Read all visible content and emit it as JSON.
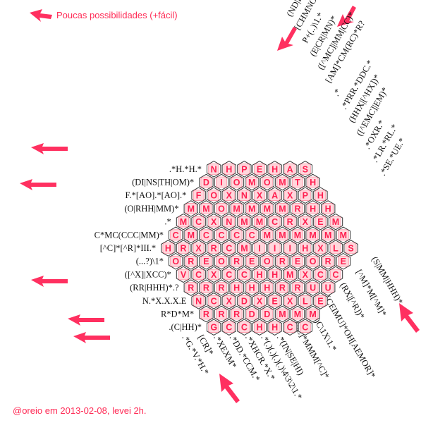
{
  "hint_text": "Poucas possibilidades (+fácil)",
  "credit_text": "@oreio em 2013-02-08, levei 2h.",
  "colors": {
    "accent": "#ff2a55",
    "tile": "#ffd6dc",
    "grid": "#333333"
  },
  "left_clues": [
    ".*H.*H.*",
    "(DI|NS|TH|OM)*",
    "F.*[AO].*[AO].*",
    "(O|RHH|MM)*",
    ".*",
    "C*MC(CCC|MM)*",
    "[^C]*[^R]*III.*",
    "(...?)\\1*",
    "([^X]|XCC)*",
    "(RR|HHH)*.?",
    "N.*X.X.X.E",
    "R*D*M*",
    ".(C|HH)*"
  ],
  "top_clues": [
    ".*G.*V.*H.*",
    "[CR]*",
    ".*XEXM*",
    ".*DD.*CCM.*",
    ".*XHCR.*X.*",
    ".*(.)(.)(.)(.)\\4\\3\\2\\1.*",
    ".*(IN|SE|HI)",
    "[^C]*MMM[^C]*",
    ".*(.)C\\1X\\1.*",
    "[CEIMU]*OH[AEMOR]*",
    "(RX|[^R])*",
    "[^M]*M[^M]*",
    "(S|MM|HHH)*"
  ],
  "right_clues": [
    ".*SE.*UE.*",
    ".*LR.*RL.*",
    ".*OXR.*",
    "([^EMC]|EM)*",
    "(HHX|[^HX])*",
    ".*PRR.*DDC.*",
    ".*",
    "[AM]*CM(RC)*R?",
    "([^MC]|MM|CC)*",
    "(E|CR|MN)*",
    "P+(..)\\1.*",
    "[CHMNOR]*I[CHMNOR]*",
    "(ND|ET|IN)[^X]*"
  ],
  "grid_rows": [
    [
      "N",
      "H",
      "P",
      "E",
      "H",
      "A",
      "S"
    ],
    [
      "D",
      "I",
      "O",
      "M",
      "O",
      "M",
      "T",
      "H"
    ],
    [
      "F",
      "O",
      "X",
      "N",
      "X",
      "A",
      "X",
      "P",
      "H"
    ],
    [
      "M",
      "M",
      "O",
      "M",
      "M",
      "M",
      "M",
      "R",
      "H",
      "H"
    ],
    [
      "M",
      "C",
      "X",
      "N",
      "M",
      "M",
      "C",
      "R",
      "X",
      "E",
      "M"
    ],
    [
      "C",
      "M",
      "C",
      "C",
      "C",
      "C",
      "M",
      "M",
      "M",
      "M",
      "M",
      "M"
    ],
    [
      "H",
      "R",
      "X",
      "R",
      "C",
      "M",
      "I",
      "I",
      "I",
      "H",
      "X",
      "L",
      "S"
    ],
    [
      "O",
      "R",
      "E",
      "O",
      "R",
      "E",
      "O",
      "R",
      "E",
      "O",
      "R",
      "E"
    ],
    [
      "V",
      "C",
      "X",
      "C",
      "C",
      "H",
      "H",
      "M",
      "X",
      "C",
      "C"
    ],
    [
      "R",
      "R",
      "R",
      "H",
      "H",
      "H",
      "R",
      "R",
      "U",
      "U"
    ],
    [
      "N",
      "C",
      "X",
      "D",
      "X",
      "E",
      "X",
      "L",
      "E"
    ],
    [
      "R",
      "R",
      "R",
      "D",
      "D",
      "M",
      "M",
      "M"
    ],
    [
      "G",
      "C",
      "C",
      "H",
      "H",
      "C",
      "C"
    ]
  ]
}
